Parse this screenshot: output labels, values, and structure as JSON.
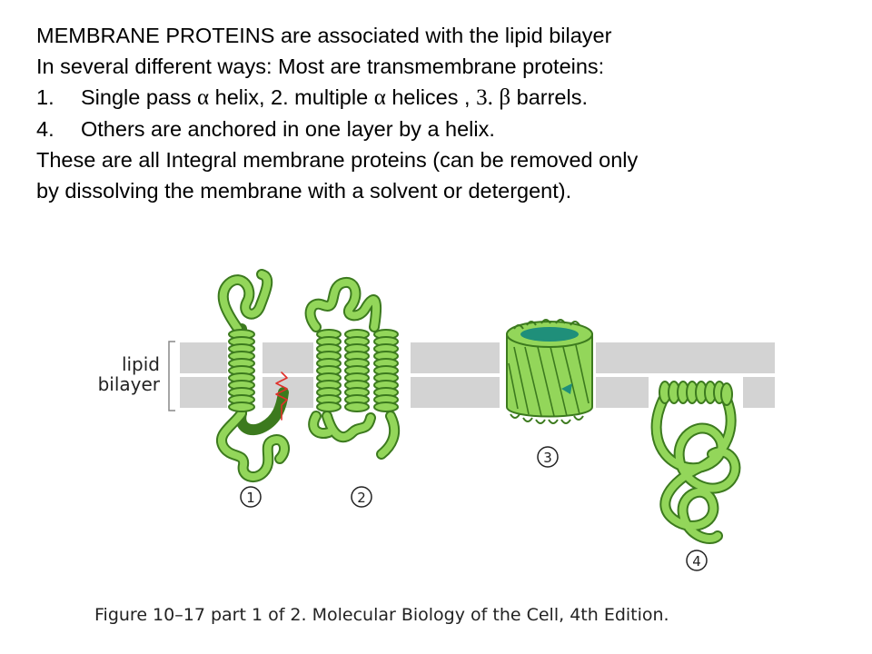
{
  "slide": {
    "heading_line1": "MEMBRANE PROTEINS are associated with the lipid bilayer",
    "heading_line2": "In several different ways:  Most are transmembrane proteins:",
    "item1_num": "1.",
    "item1_a": "Single pass ",
    "item1_alpha1": "α",
    "item1_b": " helix, 2. multiple ",
    "item1_alpha2": "α",
    "item1_c": " helices ,  ",
    "item1_three": "3.",
    "item1_beta": "β",
    "item1_d": " barrels.",
    "item4_num": "4.",
    "item4_text": "Others are anchored in one layer by a helix.",
    "line5": "These are all Integral membrane proteins (can be removed only",
    "line6": "by dissolving the membrane with a solvent or detergent)."
  },
  "figure": {
    "lipid_label_1": "lipid",
    "lipid_label_2": "bilayer",
    "markers": [
      "1",
      "2",
      "3",
      "4"
    ],
    "caption": "Figure 10–17 part 1 of 2. Molecular Biology of the Cell, 4th Edition.",
    "colors": {
      "protein_fill": "#93d65a",
      "protein_stroke": "#3c7a1e",
      "membrane": "#d3d3d3",
      "barrel_inner": "#1f8f7a",
      "anchor": "#e0302a"
    }
  }
}
